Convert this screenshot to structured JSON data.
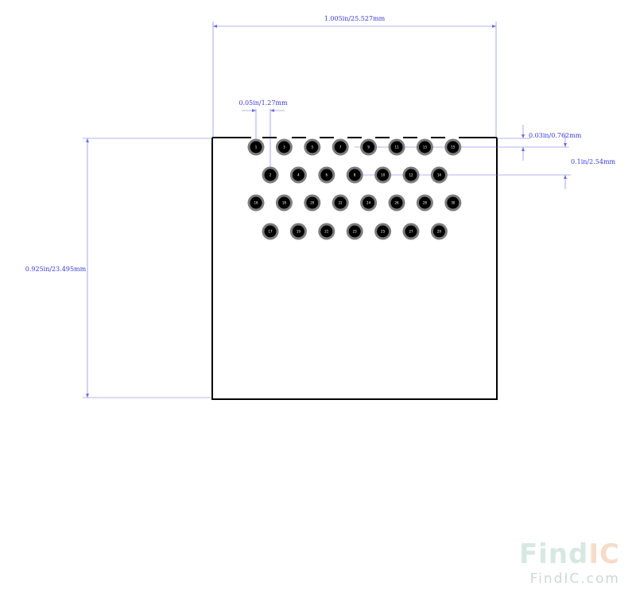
{
  "dimensions": {
    "width": "1.005in/25.527mm",
    "height": "0.925in/23.495mm",
    "pin_pitch_half": "0.05in/1.27mm",
    "top_offset": "0.03in/0.762mm",
    "row_pitch": "0.1in/2.54mm"
  },
  "pins": {
    "row1": [
      "1",
      "3",
      "5",
      "7",
      "9",
      "11",
      "13",
      "15"
    ],
    "row2": [
      "2",
      "4",
      "6",
      "8",
      "10",
      "12",
      "14"
    ],
    "row3": [
      "16",
      "18",
      "20",
      "22",
      "24",
      "26",
      "28",
      "30"
    ],
    "row4": [
      "17",
      "19",
      "21",
      "23",
      "25",
      "27",
      "29"
    ]
  },
  "watermark": {
    "brand": "FindIC",
    "url": "FindIC.com"
  },
  "colors": {
    "outline": "#000000",
    "dimension": "#3a3ad8",
    "pin_ring": "#7d7d7d",
    "pin_core": "#000000",
    "watermark_find": "#d7e8e2",
    "watermark_ic": "#f6dcc7"
  }
}
